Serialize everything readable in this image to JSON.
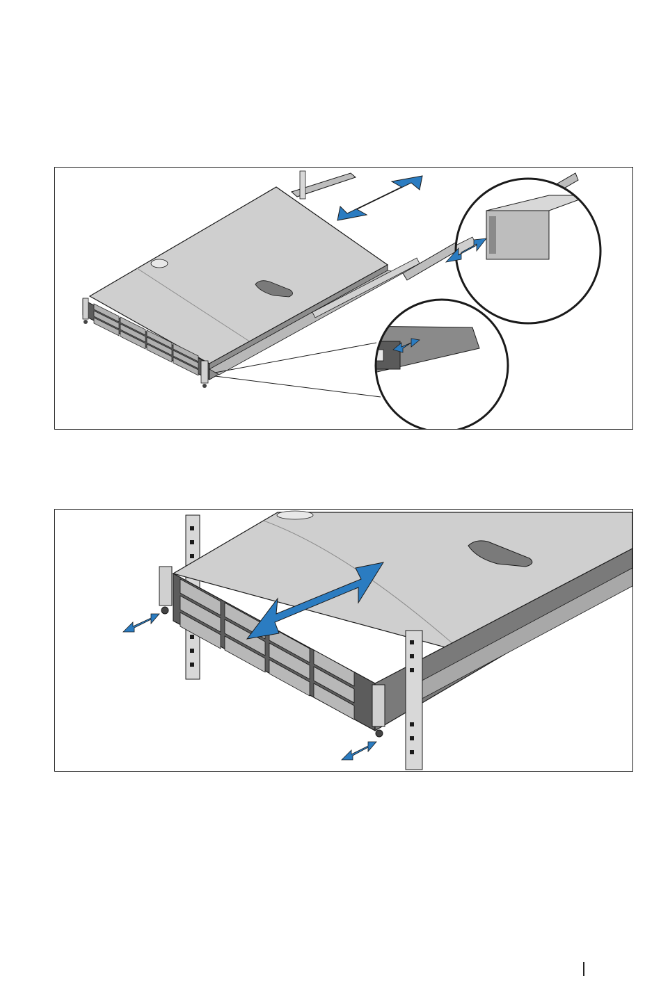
{
  "figures": [
    {
      "id": "fig1",
      "subject": "server-sliding-into-rails-with-release-latch-callouts"
    },
    {
      "id": "fig2",
      "subject": "server-seated-in-rack-with-thumbscrews"
    }
  ],
  "colors": {
    "arrow": "#2b7cc1",
    "chassis_top": "#cfcfcf",
    "chassis_dark": "#4a4a4a",
    "rail": "#bdbdbd",
    "outline": "#1a1a1a"
  },
  "icons": [
    "double-arrow-icon",
    "magnifier-callout"
  ]
}
